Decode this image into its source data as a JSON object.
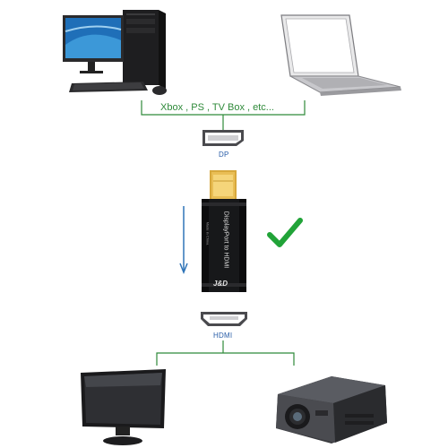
{
  "sources_label": "Xbox , PS , TV Box , etc...",
  "input_port_label": "DP",
  "output_port_label": "HDMI",
  "adapter": {
    "text": "DisplayPort to HDMI",
    "small_text": "Made in China",
    "brand": "J&D"
  },
  "colors": {
    "line_green": "#2f8a3a",
    "arrow_blue": "#2f74b8",
    "check_green": "#21a338",
    "adapter_body": "#17181a"
  },
  "icons": [
    "desktop-computer",
    "laptop",
    "displayport-connector",
    "adapter",
    "down-arrow",
    "checkmark",
    "hdmi-connector",
    "monitor",
    "projector"
  ]
}
